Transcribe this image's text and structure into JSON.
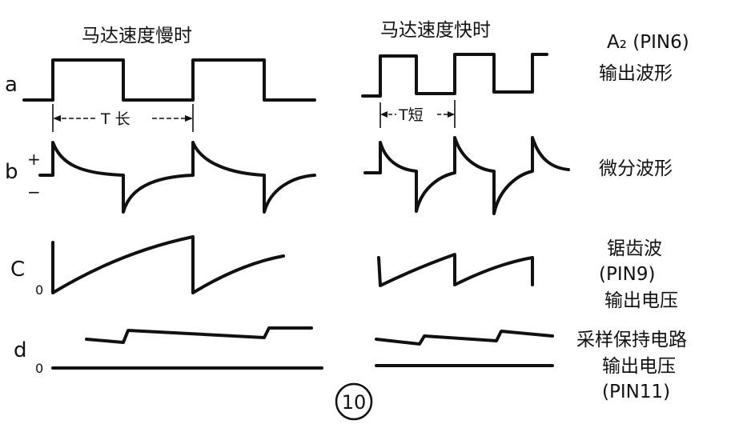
{
  "headers": {
    "slow": "马达速度慢时",
    "fast": "马达速度快时"
  },
  "rows": {
    "a": {
      "label": "a",
      "desc_lines": [
        "A₂ (PIN6)",
        "输出波形"
      ],
      "dim_slow": "T 长",
      "dim_fast": "T短"
    },
    "b": {
      "label": "b",
      "plus": "+",
      "minus": "−",
      "desc_lines": [
        "微分波形"
      ]
    },
    "c": {
      "label": "C",
      "zero": "0",
      "desc_lines": [
        "锯齿波",
        "(PIN9)",
        "输出电压"
      ]
    },
    "d": {
      "label": "d",
      "zero": "0",
      "desc_lines": [
        "采样保持电路",
        "输出电压",
        "(PIN11)"
      ]
    }
  },
  "figure_number": "10"
}
